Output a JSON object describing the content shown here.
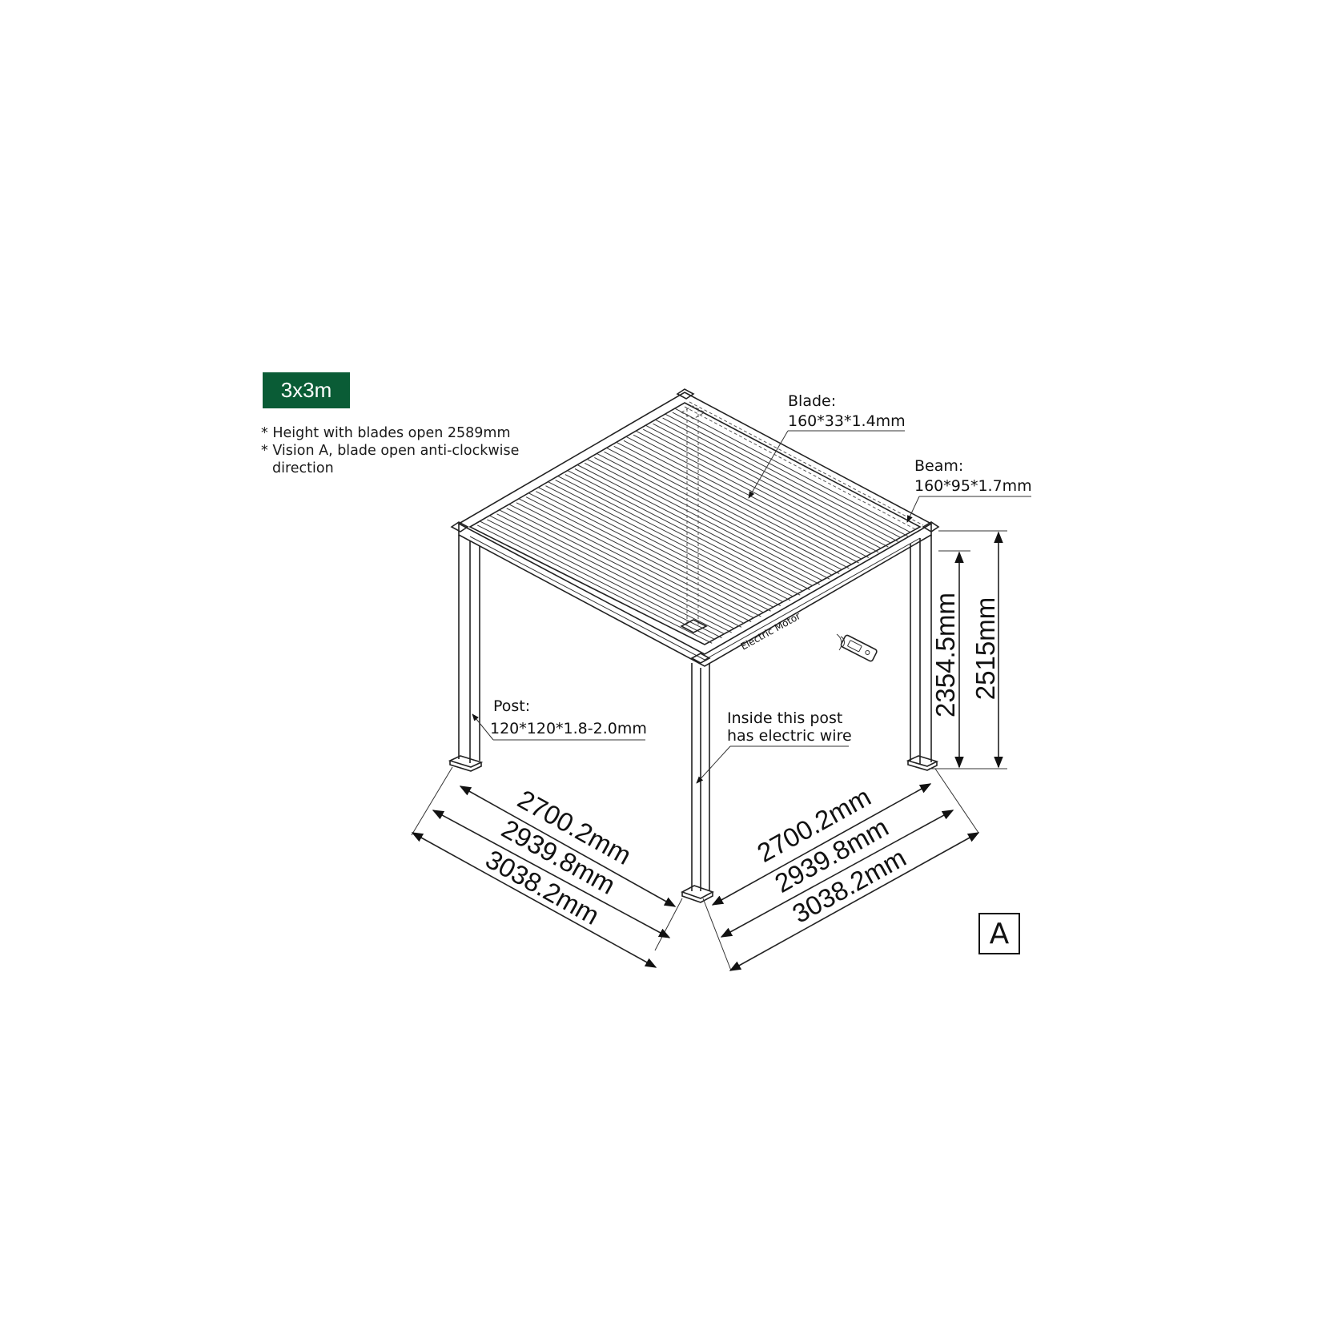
{
  "badge": {
    "size_label": "3x3m",
    "color": "#0a5c36"
  },
  "notes": {
    "line1": "* Height with blades open 2589mm",
    "line2": "* Vision A, blade open anti-clockwise",
    "line2_cont": "direction"
  },
  "labels": {
    "blade_title": "Blade:",
    "blade_spec": "160*33*1.4mm",
    "beam_title": "Beam:",
    "beam_spec": "160*95*1.7mm",
    "post_title": "Post:",
    "post_spec": "120*120*1.8-2.0mm",
    "wire_line1": "Inside this post",
    "wire_line2": "has electric wire",
    "motor": "Electric Motor"
  },
  "dimensions": {
    "left_inner": "2700.2mm",
    "left_mid": "2939.8mm",
    "left_outer": "3038.2mm",
    "right_inner": "2700.2mm",
    "right_mid": "2939.8mm",
    "right_outer": "3038.2mm",
    "height_clear": "2354.5mm",
    "height_total": "2515mm"
  },
  "variant": "A",
  "icons": {
    "remote": "remote-control-icon",
    "signal": "wireless-signal-icon"
  }
}
